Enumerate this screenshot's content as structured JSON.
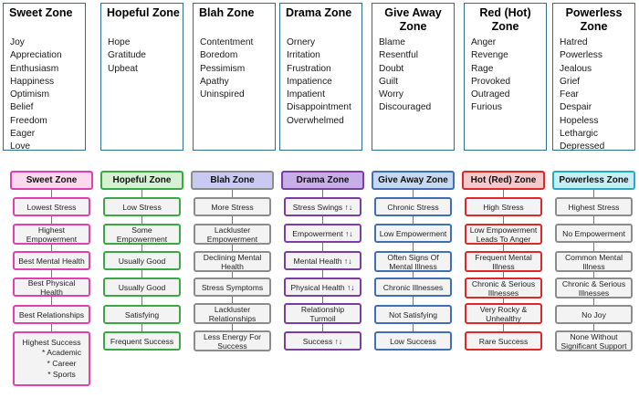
{
  "zones_top": [
    {
      "title": "Sweet Zone",
      "words": [
        "Joy",
        "Appreciation",
        "Enthusiasm",
        "Happiness",
        "Optimism",
        "Belief",
        "Freedom",
        "Eager",
        "Love"
      ]
    },
    {
      "title": "Hopeful Zone",
      "words": [
        "Hope",
        "Gratitude",
        "Upbeat"
      ]
    },
    {
      "title": "Blah Zone",
      "words": [
        "Contentment",
        "Boredom",
        "Pessimism",
        "Apathy",
        "Uninspired"
      ]
    },
    {
      "title": "Drama Zone",
      "words": [
        "Ornery",
        "Irritation",
        "Frustration",
        "Impatience",
        "Impatient",
        "Disappointment",
        "Overwhelmed"
      ]
    },
    {
      "title": "Give Away Zone",
      "words": [
        "Blame",
        "Resentful",
        "Doubt",
        "Guilt",
        "Worry",
        "Discouraged"
      ]
    },
    {
      "title": "Red (Hot) Zone",
      "words": [
        "Anger",
        "Revenge",
        "Rage",
        "Provoked",
        "Outraged",
        "Furious"
      ]
    },
    {
      "title": "Powerless Zone",
      "words": [
        "Hatred",
        "Powerless",
        "Jealous",
        "Grief",
        "Fear",
        "Despair",
        "Hopeless",
        "Lethargic",
        "Depressed"
      ]
    }
  ],
  "zones_flow": [
    {
      "header": "Sweet Zone",
      "color": "#e040b0",
      "header_bg": "#fbd9ee",
      "cards": [
        "Lowest Stress",
        "Highest Empowerment",
        "Best Mental Health",
        "Best Physical Health",
        "Best Relationships"
      ],
      "last": {
        "title": "Highest Success",
        "items": [
          "* Academic",
          "* Career",
          "* Sports"
        ]
      }
    },
    {
      "header": "Hopeful Zone",
      "color": "#3aa845",
      "header_bg": "#d7f0d2",
      "cards": [
        "Low Stress",
        "Some Empowerment",
        "Usually Good",
        "Usually Good",
        "Satisfying",
        "Frequent Success"
      ]
    },
    {
      "header": "Blah Zone",
      "color": "#8c8c8c",
      "header_bg": "#c9c9f2",
      "cards": [
        "More Stress",
        "Lackluster Empowerment",
        "Declining Mental Health",
        "Stress Symptoms",
        "Lackluster Relationships",
        "Less Energy For Success"
      ]
    },
    {
      "header": "Drama Zone",
      "color": "#7b3fa3",
      "header_bg": "#c8aee6",
      "cards": [
        "Stress Swings ↑↓",
        "Empowerment ↑↓",
        "Mental Health ↑↓",
        "Physical Health ↑↓",
        "Relationship Turmoil",
        "Success ↑↓"
      ]
    },
    {
      "header": "Give Away Zone",
      "color": "#3f6fb5",
      "header_bg": "#c6d8f2",
      "cards": [
        "Chronic Stress",
        "Low Empowerment",
        "Often Signs Of Mental Illness",
        "Chronic Illnesses",
        "Not Satisfying",
        "Low Success"
      ]
    },
    {
      "header": "Hot (Red) Zone",
      "color": "#e02828",
      "header_bg": "#f7c9c9",
      "cards": [
        "High Stress",
        "Low Empowerment Leads To Anger",
        "Frequent Mental Illness",
        "Chronic & Serious Illnesses",
        "Very Rocky & Unhealthy",
        "Rare Success"
      ]
    },
    {
      "header": "Powerless Zone",
      "color": "#2aa9c6",
      "header_bg": "#c8eef5",
      "cards": [
        "Highest Stress",
        "No Empowerment",
        "Common Mental Illness",
        "Chronic & Serious Illnesses",
        "No Joy",
        "None Without Significant Support"
      ]
    }
  ]
}
